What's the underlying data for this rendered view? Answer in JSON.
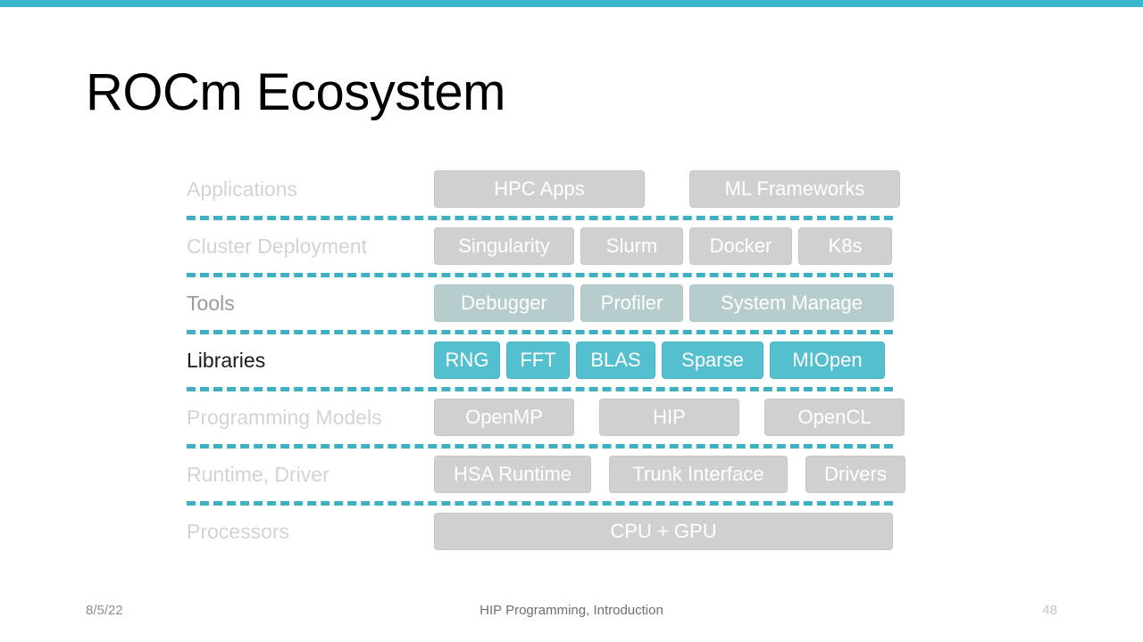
{
  "theme": {
    "accent": "#3bb8cc",
    "node_grey": "#d0d0d0",
    "node_muted_teal": "#b6cccd",
    "node_teal": "#54bfcf",
    "divider": "#3fb0c4"
  },
  "slide": {
    "title": "ROCm Ecosystem"
  },
  "stack": {
    "rows": [
      {
        "label": "Applications",
        "emphasis": "faint",
        "nodes": [
          {
            "label": "HPC Apps",
            "style": "grey"
          },
          {
            "label": "ML Frameworks",
            "style": "grey"
          }
        ]
      },
      {
        "label": "Cluster Deployment",
        "emphasis": "faint",
        "nodes": [
          {
            "label": "Singularity",
            "style": "grey"
          },
          {
            "label": "Slurm",
            "style": "grey"
          },
          {
            "label": "Docker",
            "style": "grey"
          },
          {
            "label": "K8s",
            "style": "grey"
          }
        ]
      },
      {
        "label": "Tools",
        "emphasis": "mid",
        "nodes": [
          {
            "label": "Debugger",
            "style": "muted-teal"
          },
          {
            "label": "Profiler",
            "style": "muted-teal"
          },
          {
            "label": "System Manage",
            "style": "muted-teal"
          }
        ]
      },
      {
        "label": "Libraries",
        "emphasis": "strong",
        "nodes": [
          {
            "label": "RNG",
            "style": "teal"
          },
          {
            "label": "FFT",
            "style": "teal"
          },
          {
            "label": "BLAS",
            "style": "teal"
          },
          {
            "label": "Sparse",
            "style": "teal"
          },
          {
            "label": "MIOpen",
            "style": "teal"
          }
        ]
      },
      {
        "label": "Programming Models",
        "emphasis": "faint",
        "nodes": [
          {
            "label": "OpenMP",
            "style": "grey"
          },
          {
            "label": "HIP",
            "style": "grey"
          },
          {
            "label": "OpenCL",
            "style": "grey"
          }
        ]
      },
      {
        "label": "Runtime, Driver",
        "emphasis": "faint",
        "nodes": [
          {
            "label": "HSA Runtime",
            "style": "grey"
          },
          {
            "label": "Trunk Interface",
            "style": "grey"
          },
          {
            "label": "Drivers",
            "style": "grey"
          }
        ]
      },
      {
        "label": "Processors",
        "emphasis": "faint",
        "nodes": [
          {
            "label": "CPU + GPU",
            "style": "grey"
          }
        ]
      }
    ]
  },
  "footer": {
    "date": "8/5/22",
    "center": "HIP Programming, Introduction",
    "page": "48"
  }
}
